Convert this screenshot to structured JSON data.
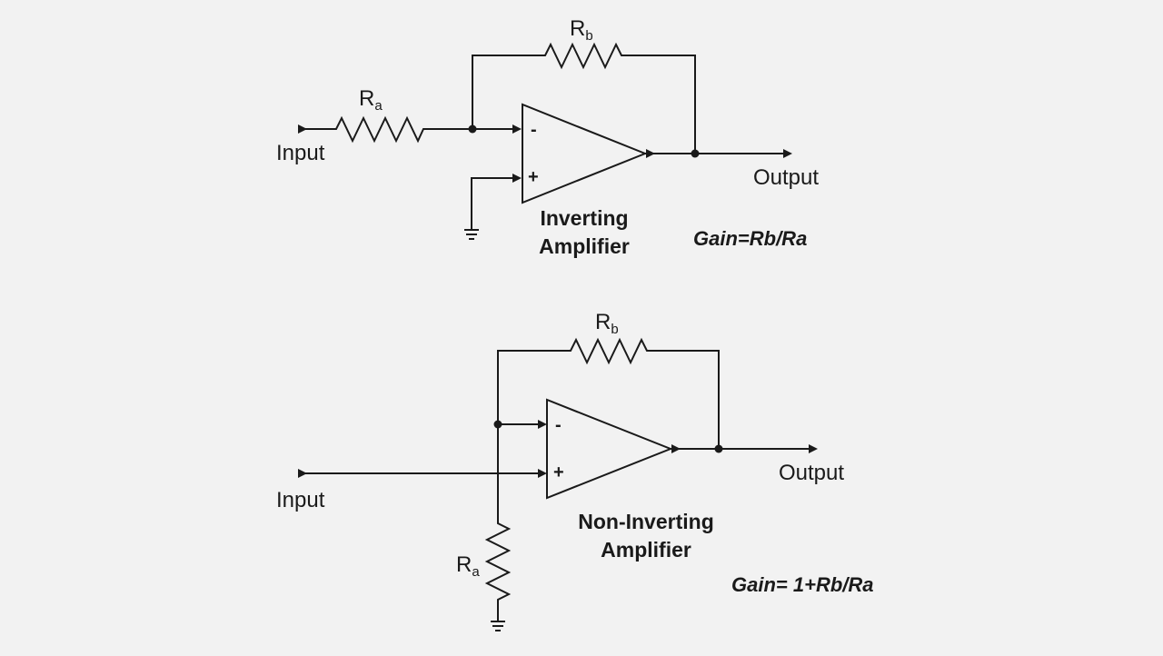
{
  "inverting": {
    "feedback_resistor": {
      "letter": "R",
      "subscript": "b"
    },
    "input_resistor": {
      "letter": "R",
      "subscript": "a"
    },
    "input_label": "Input",
    "output_label": "Output",
    "minus_sign": "-",
    "plus_sign": "+",
    "title_line1": "Inverting",
    "title_line2": "Amplifier",
    "gain": "Gain=Rb/Ra"
  },
  "non_inverting": {
    "feedback_resistor": {
      "letter": "R",
      "subscript": "b"
    },
    "ground_resistor": {
      "letter": "R",
      "subscript": "a"
    },
    "input_label": "Input",
    "output_label": "Output",
    "minus_sign": "-",
    "plus_sign": "+",
    "title_line1": "Non-Inverting",
    "title_line2": "Amplifier",
    "gain": "Gain= 1+Rb/Ra"
  },
  "colors": {
    "background": "#f2f2f2",
    "ink": "#1a1a1a"
  }
}
